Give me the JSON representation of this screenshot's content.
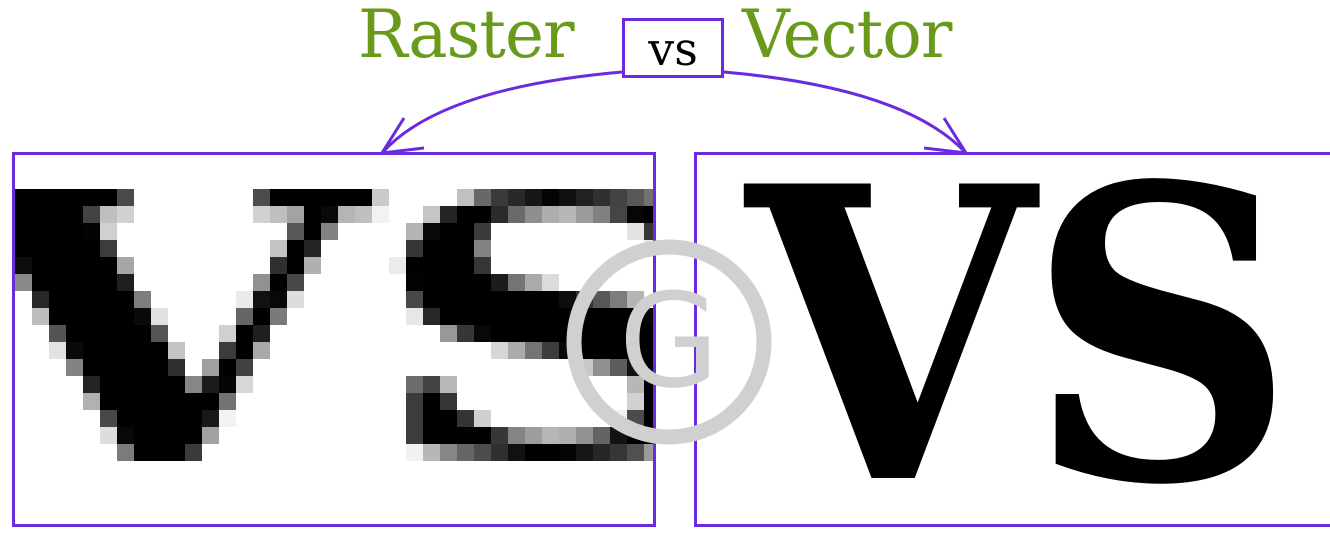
{
  "title": {
    "left_word": "Raster",
    "badge": "vs",
    "right_word": "Vector"
  },
  "panels": {
    "raster": {
      "glyph_text": "VS"
    },
    "vector": {
      "glyph_text": "VS"
    }
  },
  "watermark": {
    "letter": "G",
    "icon": "copyright-g-icon"
  },
  "colors": {
    "title_green": "#6a9a1b",
    "frame_purple": "#6a2be0",
    "glyph_black": "#000000",
    "watermark_grey": "#d0d0d0"
  }
}
